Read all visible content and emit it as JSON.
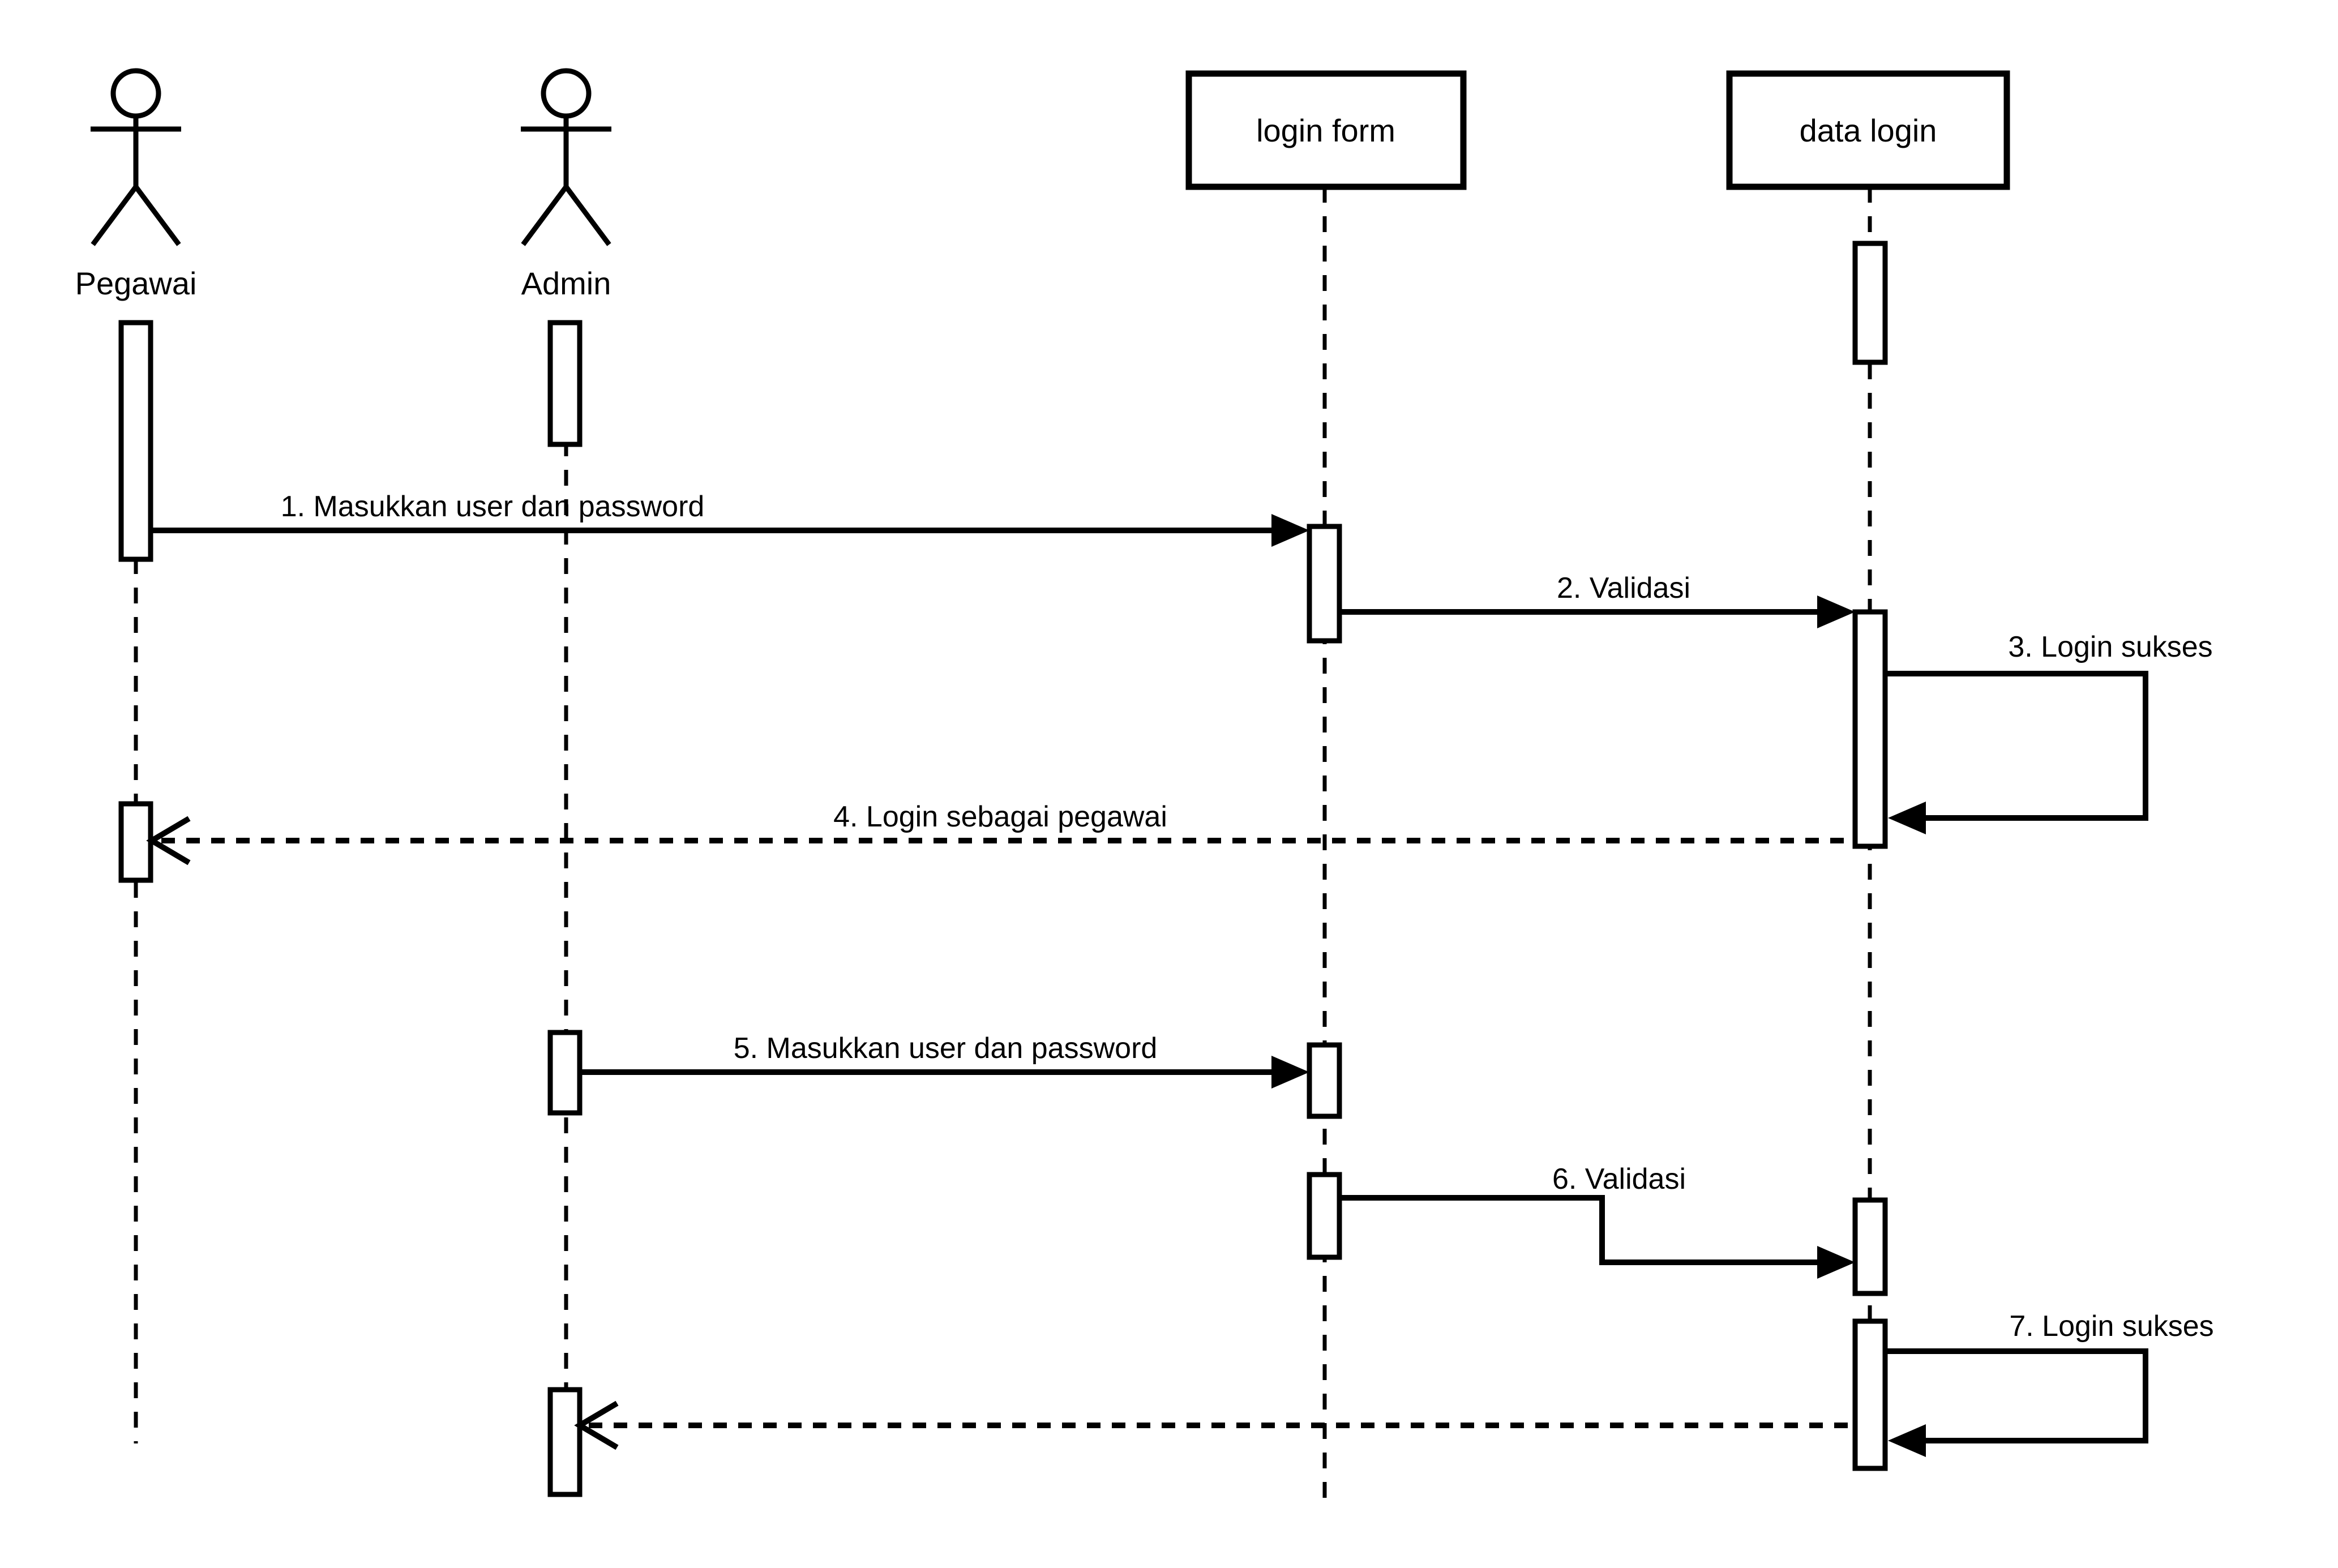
{
  "diagram": {
    "type": "uml-sequence-diagram",
    "colors": {
      "line": "#000000",
      "background": "#ffffff",
      "activation_fill": "#ffffff"
    },
    "actors": [
      {
        "name": "Pegawai",
        "kind": "stick-figure"
      },
      {
        "name": "Admin",
        "kind": "stick-figure"
      }
    ],
    "objects": [
      {
        "name": "login form",
        "kind": "box"
      },
      {
        "name": "data login",
        "kind": "box"
      }
    ],
    "messages": [
      {
        "seq": 1,
        "label": "1. Masukkan user dan password",
        "from": "Pegawai",
        "to": "login form",
        "style": "solid-arrow"
      },
      {
        "seq": 2,
        "label": "2. Validasi",
        "from": "login form",
        "to": "data login",
        "style": "solid-arrow"
      },
      {
        "seq": 3,
        "label": "3. Login sukses",
        "from": "data login",
        "to": "data login",
        "style": "self-call"
      },
      {
        "seq": 4,
        "label": "4. Login sebagai pegawai",
        "from": "data login",
        "to": "Pegawai",
        "style": "dashed-return-open-arrow"
      },
      {
        "seq": 5,
        "label": "5. Masukkan user dan password",
        "from": "Admin",
        "to": "login form",
        "style": "solid-arrow"
      },
      {
        "seq": 6,
        "label": "6. Validasi",
        "from": "login form",
        "to": "data login",
        "style": "solid-stepped-arrow"
      },
      {
        "seq": 7,
        "label": "7. Login sukses",
        "from": "data login",
        "to": "data login",
        "style": "self-call"
      },
      {
        "seq": 8,
        "label": "",
        "from": "data login",
        "to": "Admin",
        "style": "dashed-return-open-arrow"
      }
    ]
  }
}
